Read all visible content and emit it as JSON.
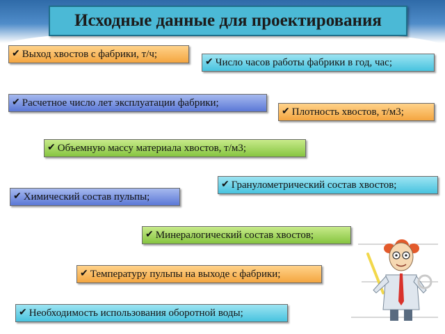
{
  "slide": {
    "title": "Исходные данные для проектирования",
    "items": [
      {
        "text": "Выход хвостов с фабрики, т/ч;"
      },
      {
        "text": "Число часов работы фабрики в год, час;"
      },
      {
        "text": "Расчетное число лет эксплуатации  фабрики;"
      },
      {
        "text": "Плотность хвостов, т/м3;"
      },
      {
        "text": "Объемную массу материала хвостов, т/м3;"
      },
      {
        "text": "Гранулометрический состав хвостов;"
      },
      {
        "text": "Химический состав пульпы;"
      },
      {
        "text": "Минералогический состав хвостов;"
      },
      {
        "text": "Температуру пульпы на выходе с фабрики;"
      },
      {
        "text": "Необходимость использования оборотной воды;"
      }
    ],
    "bullet_icon": "checkmark-icon",
    "colors": {
      "title_bg": "#4bb9d6",
      "orange": "#f4a640",
      "cyan": "#48c3df",
      "blue": "#5b78d6",
      "green": "#86c540"
    }
  }
}
